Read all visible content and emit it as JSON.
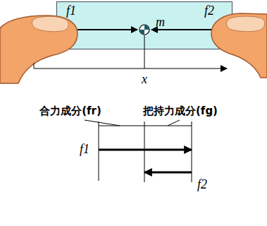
{
  "diagram": {
    "nodes": [
      {
        "text": [
          "f1",
          "m",
          "f2"
        ]
      }
    ],
    "labels": [
      "x",
      "合力成分(fr)",
      "把持力成分(fg)",
      "f1",
      "f2"
    ]
  }
}
